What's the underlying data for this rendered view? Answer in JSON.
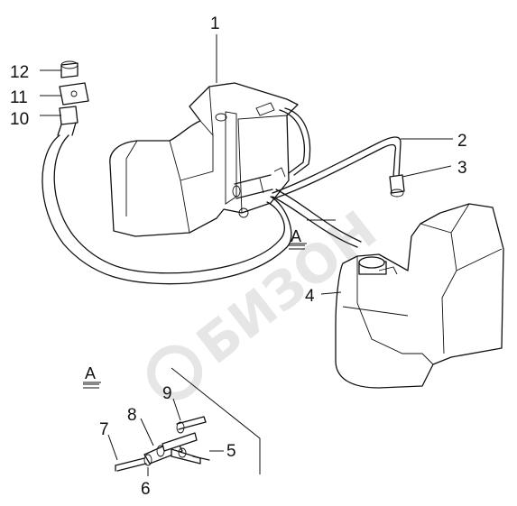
{
  "watermark": {
    "text": "БИЗОН"
  },
  "section_marks": {
    "view_a_top": "A",
    "view_a_bottom": "A"
  },
  "callouts": [
    "1",
    "2",
    "3",
    "4",
    "5",
    "6",
    "7",
    "8",
    "9",
    "10",
    "11",
    "12"
  ]
}
